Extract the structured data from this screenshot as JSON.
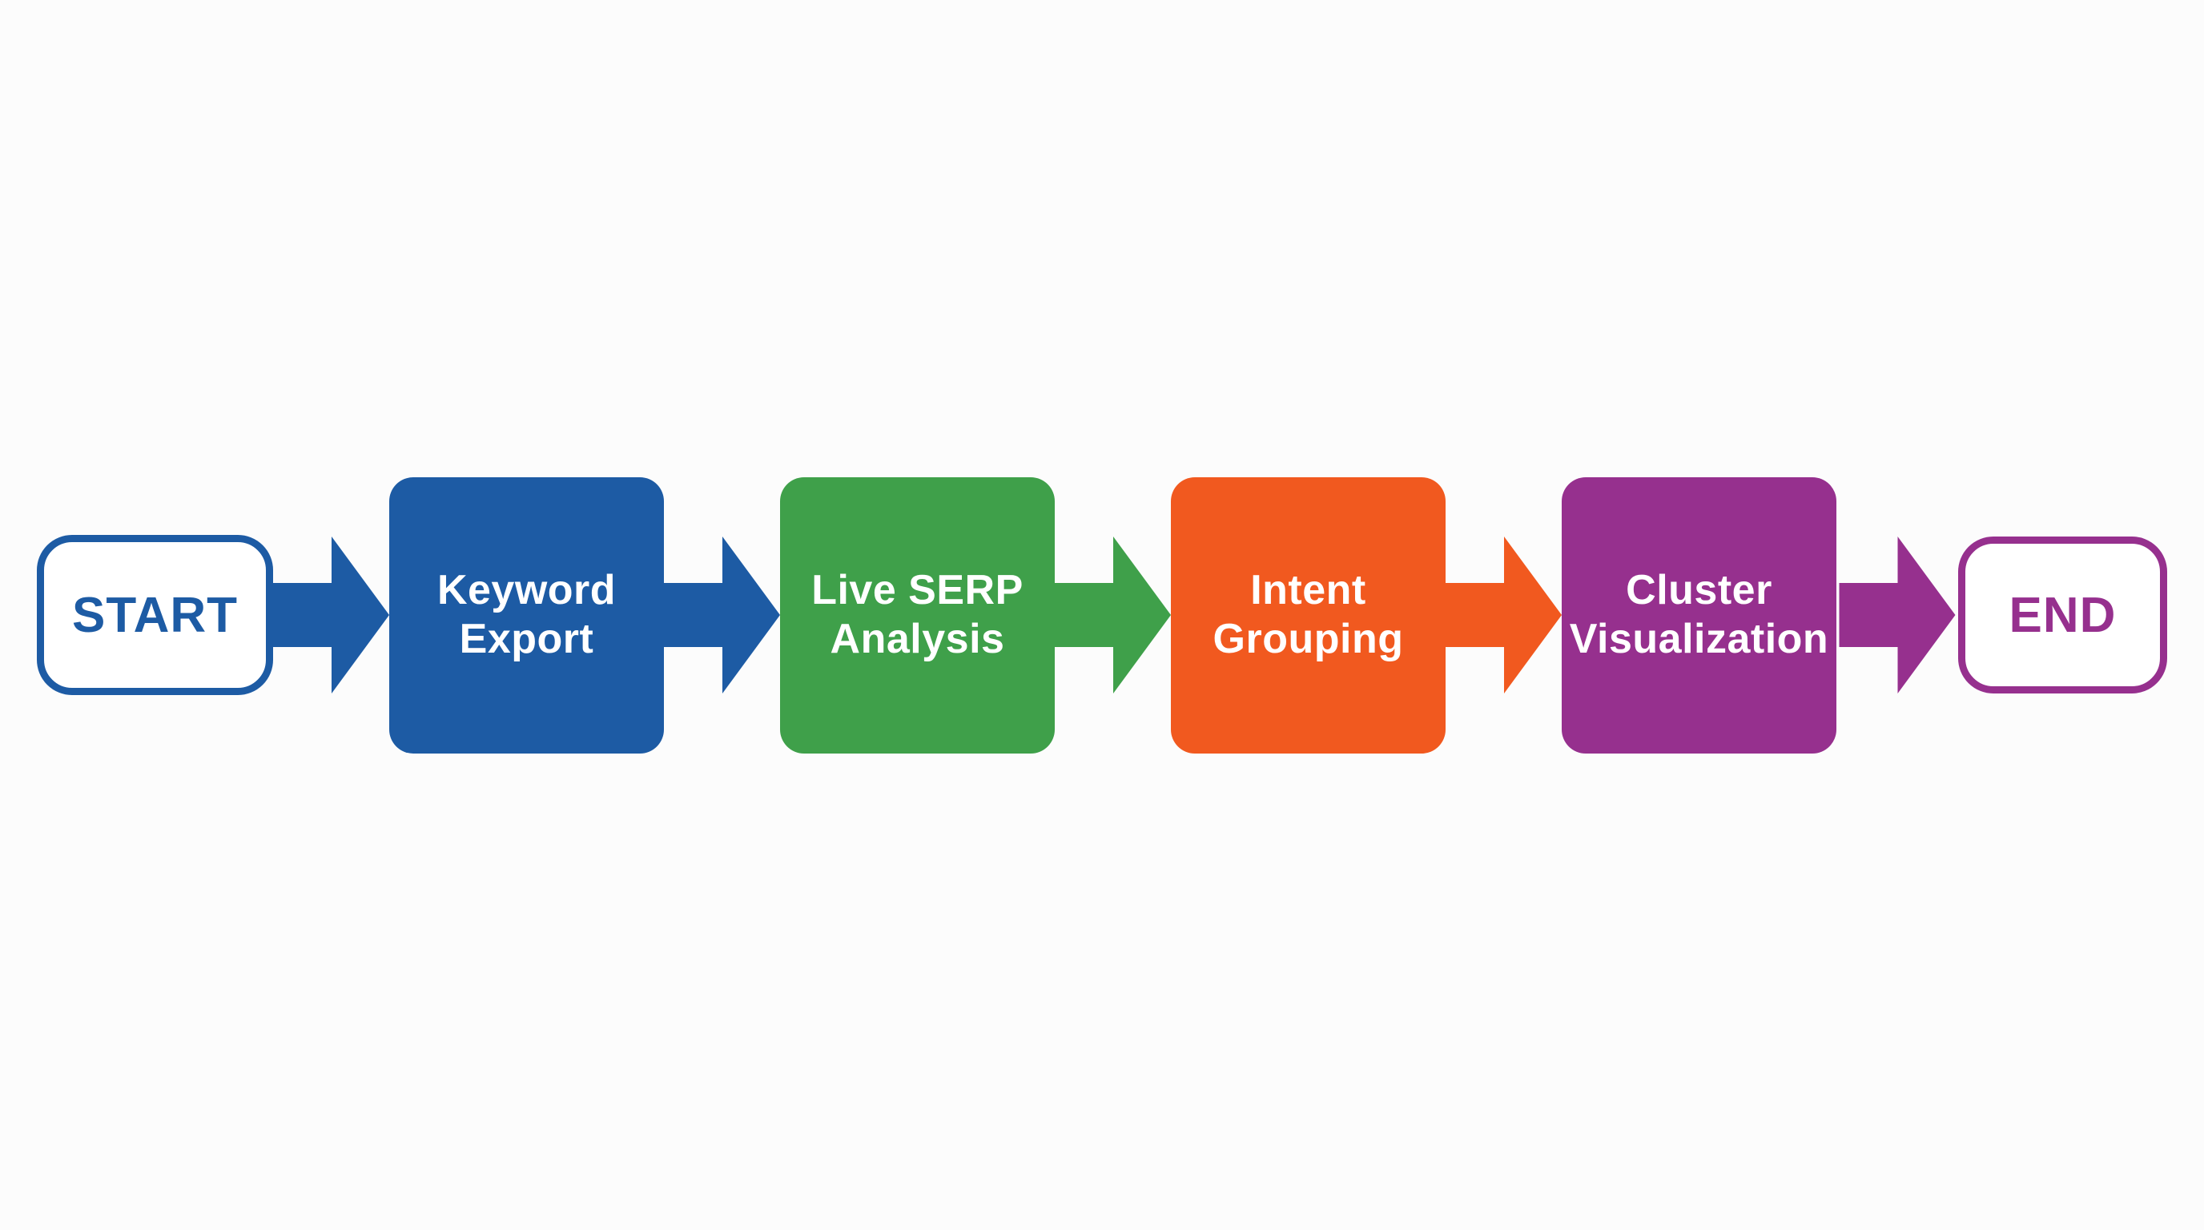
{
  "flowchart": {
    "title": "",
    "direction": "left-to-right",
    "background_color": "#fcfcfc",
    "text_color_on_fill": "#ffffff",
    "nodes": [
      {
        "id": "start",
        "type": "terminal",
        "label": "START",
        "color": "#1d5ba4",
        "fill": "#ffffff"
      },
      {
        "id": "keyword-export",
        "type": "process",
        "label": "Keyword Export",
        "lines": [
          "Keyword",
          "Export"
        ],
        "color": "#1d5ba4"
      },
      {
        "id": "live-serp-analysis",
        "type": "process",
        "label": "Live SERP Analysis",
        "lines": [
          "Live SERP",
          "Analysis"
        ],
        "color": "#3fa04a"
      },
      {
        "id": "intent-grouping",
        "type": "process",
        "label": "Intent Grouping",
        "lines": [
          "Intent",
          "Grouping"
        ],
        "color": "#f1591f"
      },
      {
        "id": "cluster-visualization",
        "type": "process",
        "label": "Cluster Visualization",
        "lines": [
          "Cluster",
          "Visualization"
        ],
        "color": "#96308e"
      },
      {
        "id": "end",
        "type": "terminal",
        "label": "END",
        "color": "#96308e",
        "fill": "#ffffff"
      }
    ],
    "connectors": [
      {
        "from": "start",
        "to": "keyword-export",
        "color": "#1d5ba4"
      },
      {
        "from": "keyword-export",
        "to": "live-serp-analysis",
        "color": "#1d5ba4"
      },
      {
        "from": "live-serp-analysis",
        "to": "intent-grouping",
        "color": "#3fa04a"
      },
      {
        "from": "intent-grouping",
        "to": "cluster-visualization",
        "color": "#f1591f"
      },
      {
        "from": "cluster-visualization",
        "to": "end",
        "color": "#96308e"
      }
    ]
  }
}
